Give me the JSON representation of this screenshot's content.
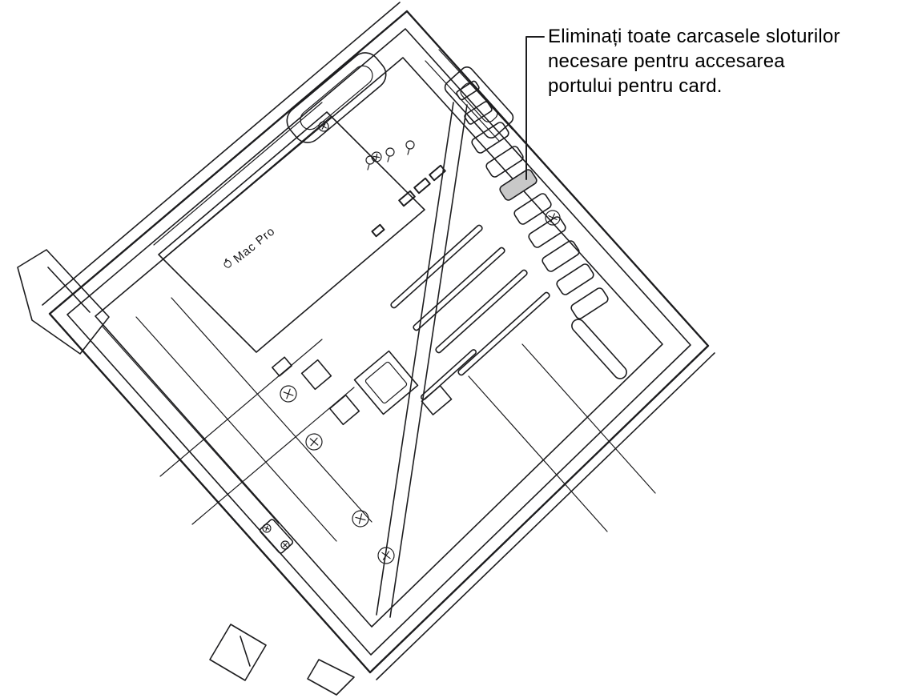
{
  "figure": {
    "type": "technical-illustration",
    "subject": "mac-pro-interior-slot-covers",
    "device_label": "Mac Pro",
    "callout": {
      "lines": [
        "Eliminați toate carcasele sloturilor",
        "necesare pentru accesarea",
        "portului pentru card."
      ]
    },
    "colors": {
      "line": "#1d1d1f",
      "background": "#ffffff",
      "highlight_fill": "#c8c8c8",
      "text": "#000000"
    },
    "icons": {
      "apple_logo": "apple-logo-icon"
    }
  }
}
